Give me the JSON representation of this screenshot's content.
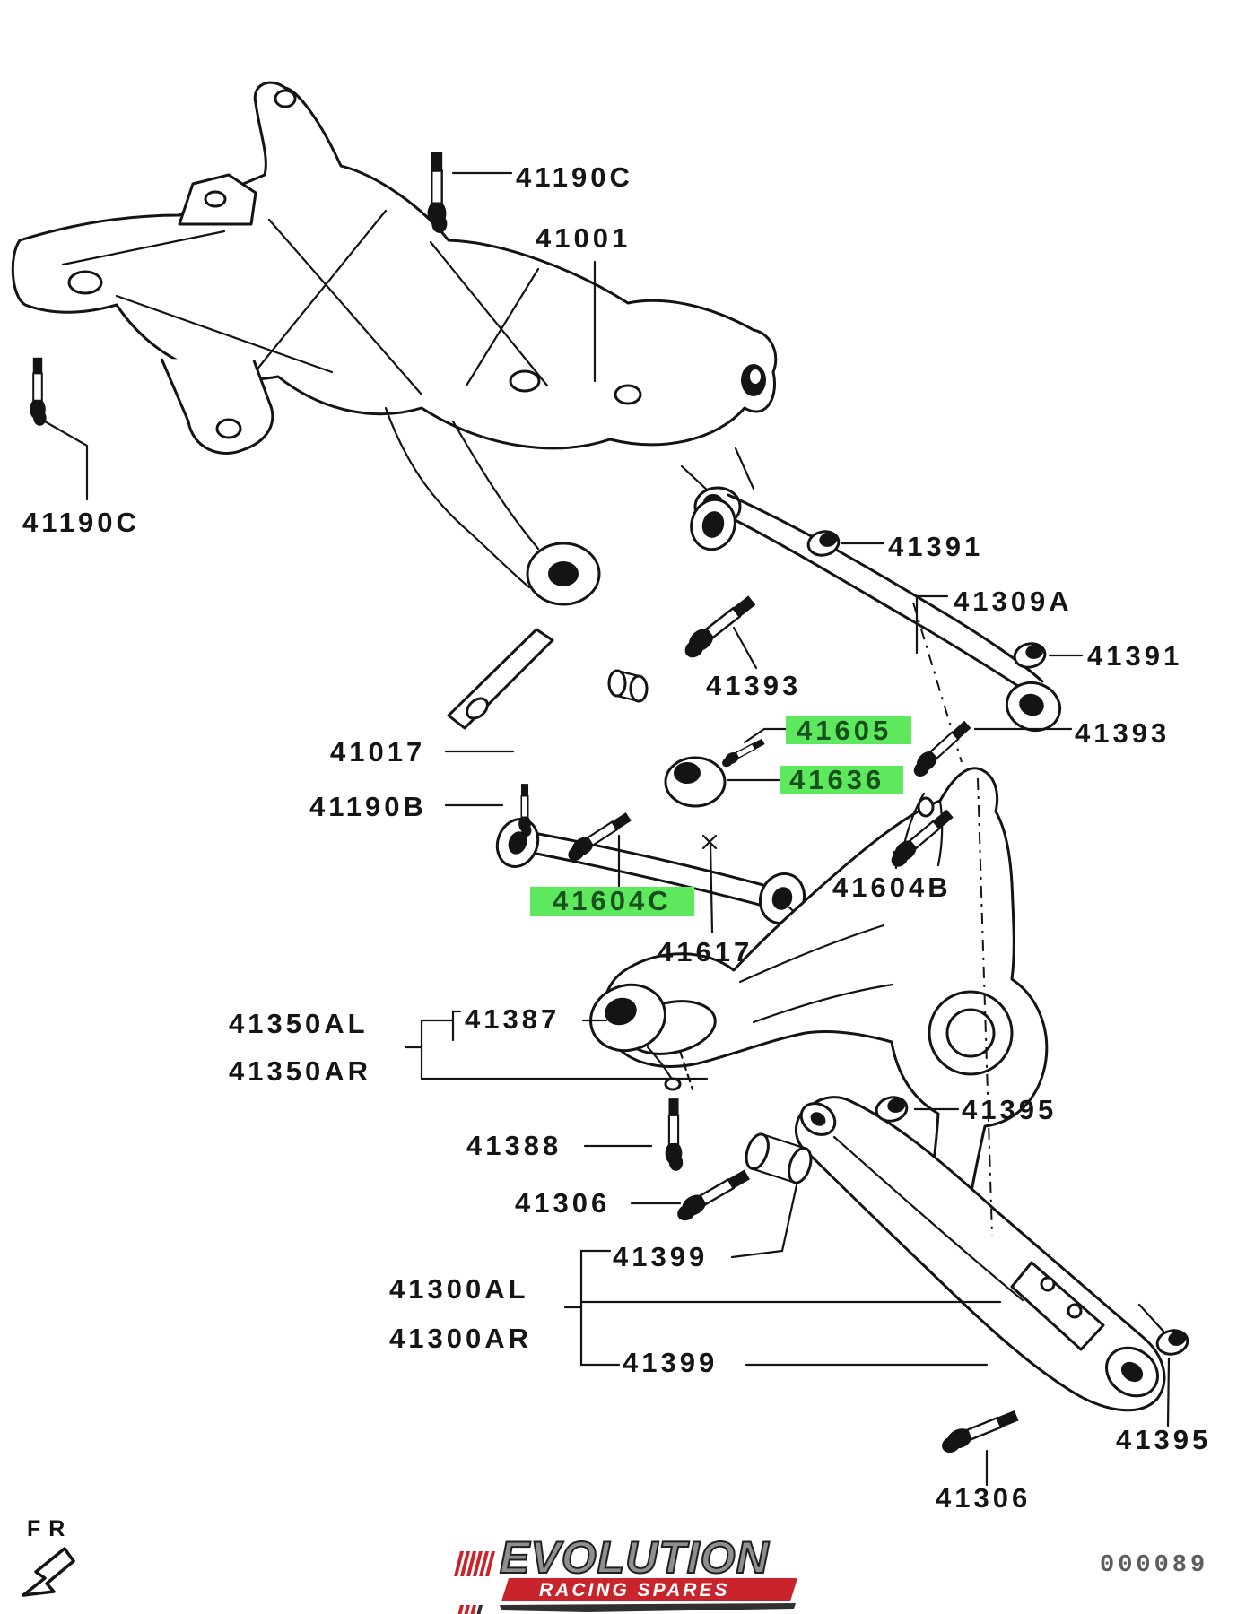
{
  "diagram": {
    "footer_code": "000089",
    "fr_indicator": "FR",
    "highlight_color": "#5ee85e",
    "labels": [
      {
        "id": "41190C-top",
        "text": "41190C",
        "highlighted": false
      },
      {
        "id": "41001",
        "text": "41001",
        "highlighted": false
      },
      {
        "id": "41190C-left",
        "text": "41190C",
        "highlighted": false
      },
      {
        "id": "41391-upper",
        "text": "41391",
        "highlighted": false
      },
      {
        "id": "41309A",
        "text": "41309A",
        "highlighted": false
      },
      {
        "id": "41391-right",
        "text": "41391",
        "highlighted": false
      },
      {
        "id": "41393-left",
        "text": "41393",
        "highlighted": false
      },
      {
        "id": "41393-right",
        "text": "41393",
        "highlighted": false
      },
      {
        "id": "41605",
        "text": "41605",
        "highlighted": true
      },
      {
        "id": "41636",
        "text": "41636",
        "highlighted": true
      },
      {
        "id": "41017",
        "text": "41017",
        "highlighted": false
      },
      {
        "id": "41190B",
        "text": "41190B",
        "highlighted": false
      },
      {
        "id": "41604C",
        "text": "41604C",
        "highlighted": true
      },
      {
        "id": "41604B",
        "text": "41604B",
        "highlighted": false
      },
      {
        "id": "41617",
        "text": "41617",
        "highlighted": false
      },
      {
        "id": "41350AL",
        "text": "41350AL",
        "highlighted": false
      },
      {
        "id": "41350AR",
        "text": "41350AR",
        "highlighted": false
      },
      {
        "id": "41387",
        "text": "41387",
        "highlighted": false
      },
      {
        "id": "41388",
        "text": "41388",
        "highlighted": false
      },
      {
        "id": "41395-upper",
        "text": "41395",
        "highlighted": false
      },
      {
        "id": "41306-upper",
        "text": "41306",
        "highlighted": false
      },
      {
        "id": "41399-upper",
        "text": "41399",
        "highlighted": false
      },
      {
        "id": "41300AL",
        "text": "41300AL",
        "highlighted": false
      },
      {
        "id": "41300AR",
        "text": "41300AR",
        "highlighted": false
      },
      {
        "id": "41399-lower",
        "text": "41399",
        "highlighted": false
      },
      {
        "id": "41395-lower",
        "text": "41395",
        "highlighted": false
      },
      {
        "id": "41306-lower",
        "text": "41306",
        "highlighted": false
      }
    ],
    "logo": {
      "brand": "EVOLUTION",
      "tagline": "RACING SPARES",
      "brand_color": "#8f8f8f",
      "accent_color": "#c9242b"
    }
  }
}
